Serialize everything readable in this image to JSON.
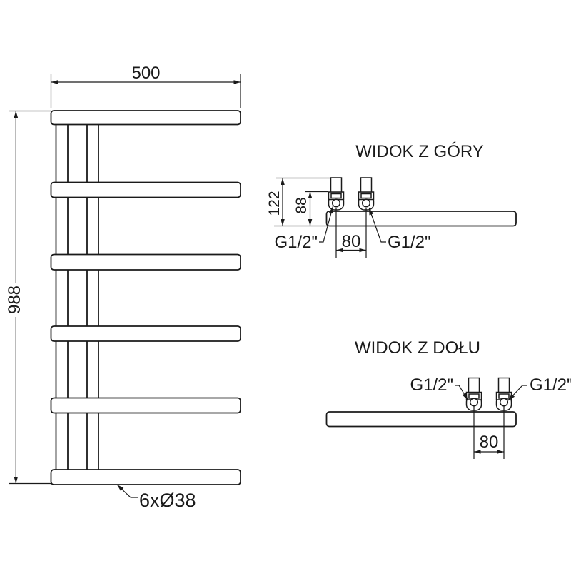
{
  "drawing": {
    "colors": {
      "line": "#1a1a1a",
      "background": "#ffffff"
    },
    "front_view": {
      "width_mm": "500",
      "height_mm": "988",
      "tubes_label": "6xØ38"
    },
    "top_view": {
      "title": "WIDOK Z GÓRY",
      "depth_total": "122",
      "depth_valve": "88",
      "spacing": "80",
      "connection_left": "G1/2\"",
      "connection_right": "G1/2\""
    },
    "bottom_view": {
      "title": "WIDOK Z DOŁU",
      "spacing": "80",
      "connection_left": "G1/2\"",
      "connection_right": "G1/2\""
    }
  }
}
